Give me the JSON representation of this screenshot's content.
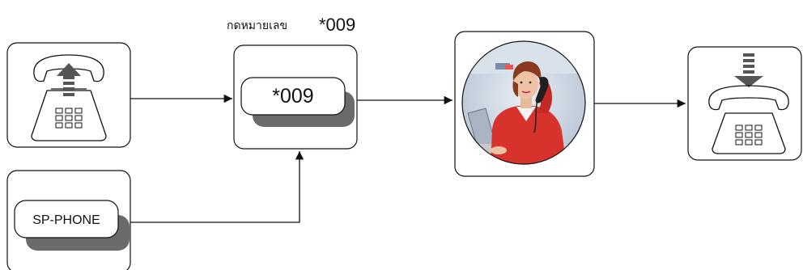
{
  "caption": {
    "thai_text": "กดหมายเลข",
    "code_text": "*009"
  },
  "dial_box": {
    "code_label": "*009"
  },
  "sp_phone_box": {
    "label": "SP-PHONE"
  },
  "icons": {
    "caller": "outgoing-telephone-icon",
    "operator": "operator-woman-with-handset-photo",
    "receiver": "incoming-telephone-icon"
  },
  "colors": {
    "stroke": "#111111",
    "arrow_up": "#555555",
    "arrow_down": "#555555",
    "shadow": "#6b6b6b",
    "operator_jacket": "#d8322c",
    "operator_background": "#cfd8e3"
  }
}
